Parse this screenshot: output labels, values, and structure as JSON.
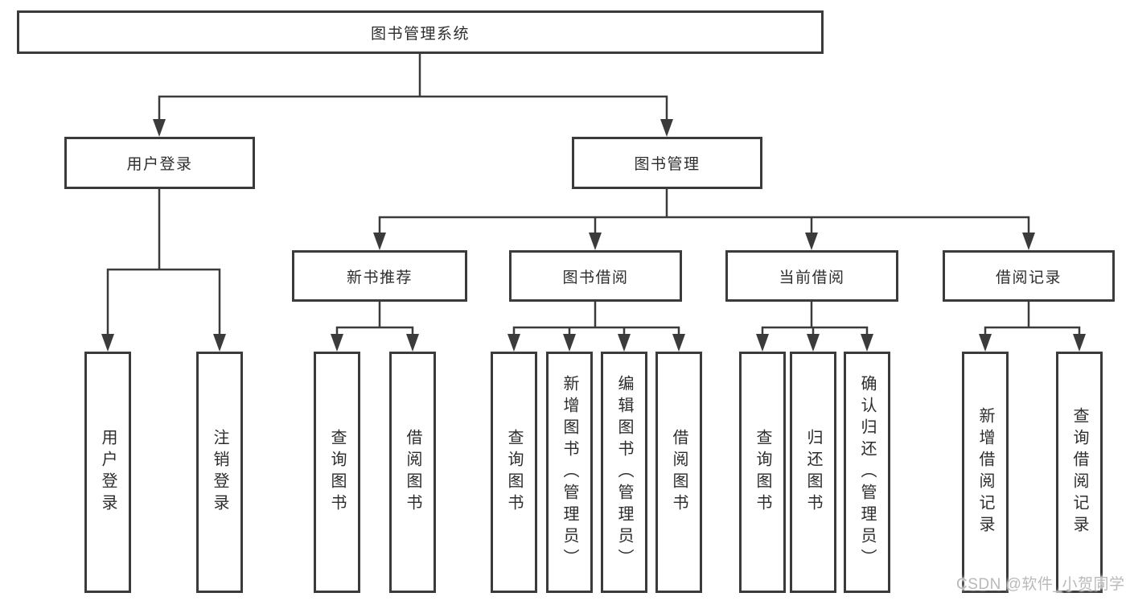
{
  "diagram_type": "tree",
  "colors": {
    "line": "#3b3b3b",
    "text": "#2d2d2d",
    "background": "#ffffff",
    "watermark": "#b9b9b9"
  },
  "tree": {
    "label": "图书管理系统",
    "children": [
      {
        "label": "用户登录",
        "children": [
          {
            "label": "用户登录"
          },
          {
            "label": "注销登录"
          }
        ]
      },
      {
        "label": "图书管理",
        "children": [
          {
            "label": "新书推荐",
            "children": [
              {
                "label": "查询图书"
              },
              {
                "label": "借阅图书"
              }
            ]
          },
          {
            "label": "图书借阅",
            "children": [
              {
                "label": "查询图书"
              },
              {
                "label": "新增图书（管理员）"
              },
              {
                "label": "编辑图书（管理员）"
              },
              {
                "label": "借阅图书"
              }
            ]
          },
          {
            "label": "当前借阅",
            "children": [
              {
                "label": "查询图书"
              },
              {
                "label": "归还图书"
              },
              {
                "label": "确认归还（管理员）"
              }
            ]
          },
          {
            "label": "借阅记录",
            "children": [
              {
                "label": "新增借阅记录"
              },
              {
                "label": "查询借阅记录"
              }
            ]
          }
        ]
      }
    ]
  },
  "watermark": {
    "text": "CSDN @软件_小贺同学"
  }
}
